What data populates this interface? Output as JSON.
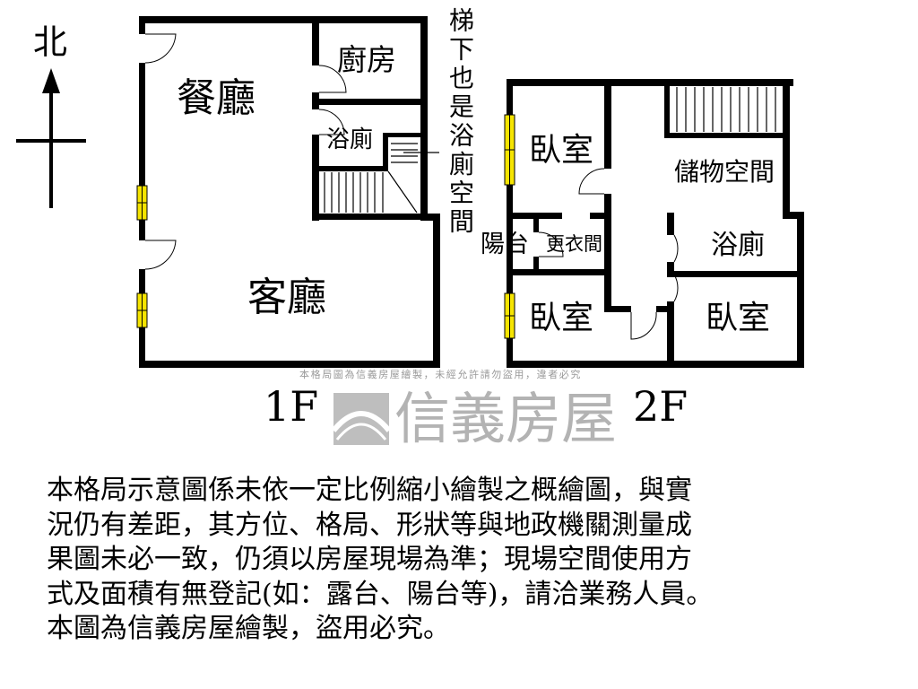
{
  "compass": {
    "label": "北"
  },
  "floor1": {
    "label": "1F",
    "rooms": {
      "dining": "餐廳",
      "kitchen": "廚房",
      "bathroom": "浴廁",
      "living": "客廳"
    },
    "stair_note": "梯下也是浴廁空間"
  },
  "floor2": {
    "label": "2F",
    "rooms": {
      "bedroom_nw": "臥室",
      "storage": "儲物空間",
      "balcony": "陽台",
      "closet": "更衣間",
      "bathroom": "浴廁",
      "bedroom_sw": "臥室",
      "bedroom_se": "臥室"
    }
  },
  "watermark": {
    "brand": "信義房屋",
    "notice": "本格局圖為信義房屋繪製，未經允許請勿盜用，違者必究"
  },
  "disclaimer": {
    "lines": [
      "本格局示意圖係未依一定比例縮小繪製之概繪圖，與實",
      "況仍有差距，其方位、格局、形狀等與地政機關測量成",
      "果圖未必一致，仍須以房屋現場為準；現場空間使用方",
      "式及面積有無登記(如：露台、陽台等)，請洽業務人員。",
      "本圖為信義房屋繪製，盜用必究。"
    ]
  },
  "colors": {
    "wall": "#000000",
    "window": "#f5e400",
    "watermark": "#9a9a9a"
  }
}
